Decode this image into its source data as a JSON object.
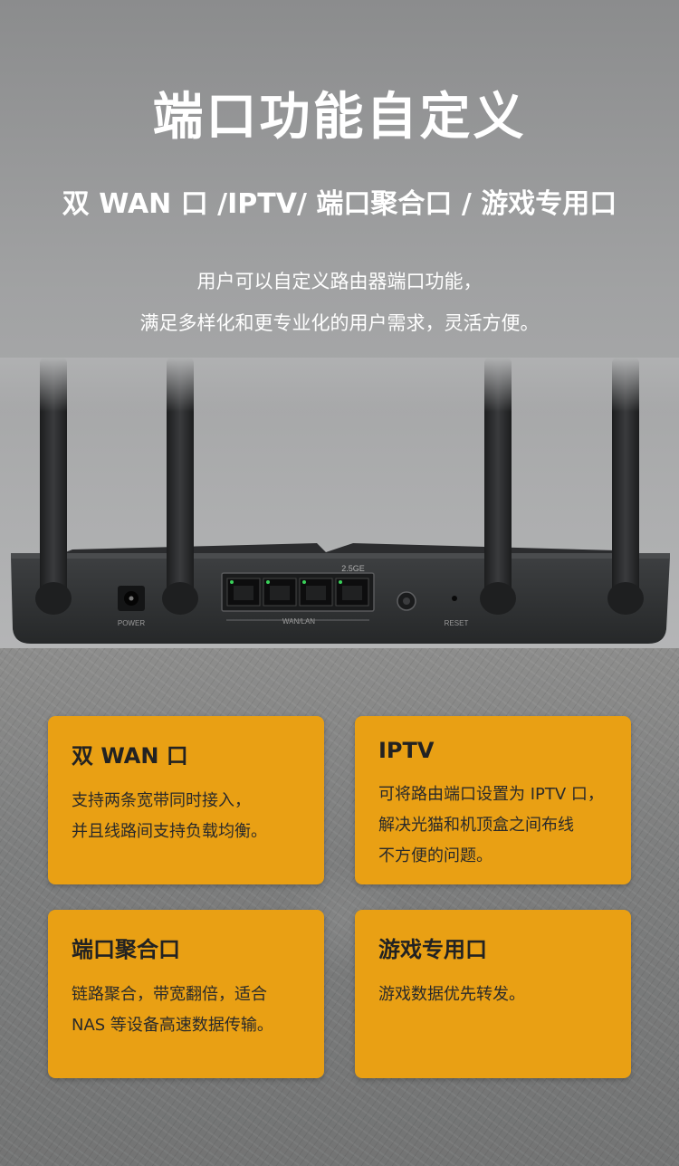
{
  "hero": {
    "title": "端口功能自定义",
    "subtitle": "双 WAN 口 /IPTV/ 端口聚合口 / 游戏专用口",
    "desc_lines": [
      "用户可以自定义路由器端口功能，",
      "满足多样化和更专业化的用户需求，灵活方便。"
    ]
  },
  "router": {
    "label_2_5ge": "2.5GE",
    "label_power": "POWER",
    "label_wanlan": "WAN/LAN",
    "label_reset": "RESET",
    "body_color": "#2e3032",
    "port_led_color": "#3ad15a"
  },
  "cards": [
    {
      "title": "双 WAN 口",
      "lines": [
        "支持两条宽带同时接入，",
        "并且线路间支持负载均衡。"
      ]
    },
    {
      "title": "IPTV",
      "lines": [
        "可将路由端口设置为 IPTV 口，",
        "解决光猫和机顶盒之间布线",
        "不方便的问题。"
      ]
    },
    {
      "title": "端口聚合口",
      "lines": [
        "链路聚合，带宽翻倍，适合",
        "NAS 等设备高速数据传输。"
      ]
    },
    {
      "title": "游戏专用口",
      "lines": [
        "游戏数据优先转发。"
      ]
    }
  ],
  "colors": {
    "card_bg": "#e9a014",
    "card_text": "#222222"
  }
}
